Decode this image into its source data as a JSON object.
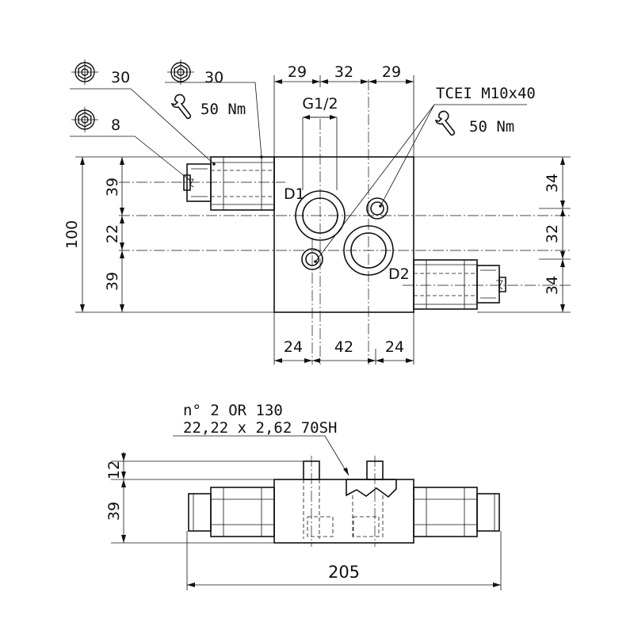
{
  "top_view": {
    "labels": {
      "top_29_left": "29",
      "top_32": "32",
      "top_29_right": "29",
      "port_g": "G1/2",
      "port_d1": "D1",
      "port_d2": "D2",
      "bottom_24_left": "24",
      "bottom_42": "42",
      "bottom_24_right": "24",
      "left_100": "100",
      "left_39_top": "39",
      "left_22": "22",
      "left_39_bottom": "39",
      "right_34_top": "34",
      "right_32": "32",
      "right_34_bottom": "34"
    },
    "callouts": {
      "hex1_size": "30",
      "hex2_size": "30",
      "hex3_size": "8",
      "torque_left": "50 Nm",
      "screw_spec": "TCEI M10x40",
      "torque_right": "50 Nm"
    }
  },
  "side_view": {
    "oring_line1": "n° 2 OR 130",
    "oring_line2": "22,22 x 2,62 70SH",
    "dim_12": "12",
    "dim_39": "39",
    "dim_205": "205"
  },
  "icons": [
    "hex-nut-icon",
    "wrench-icon"
  ]
}
